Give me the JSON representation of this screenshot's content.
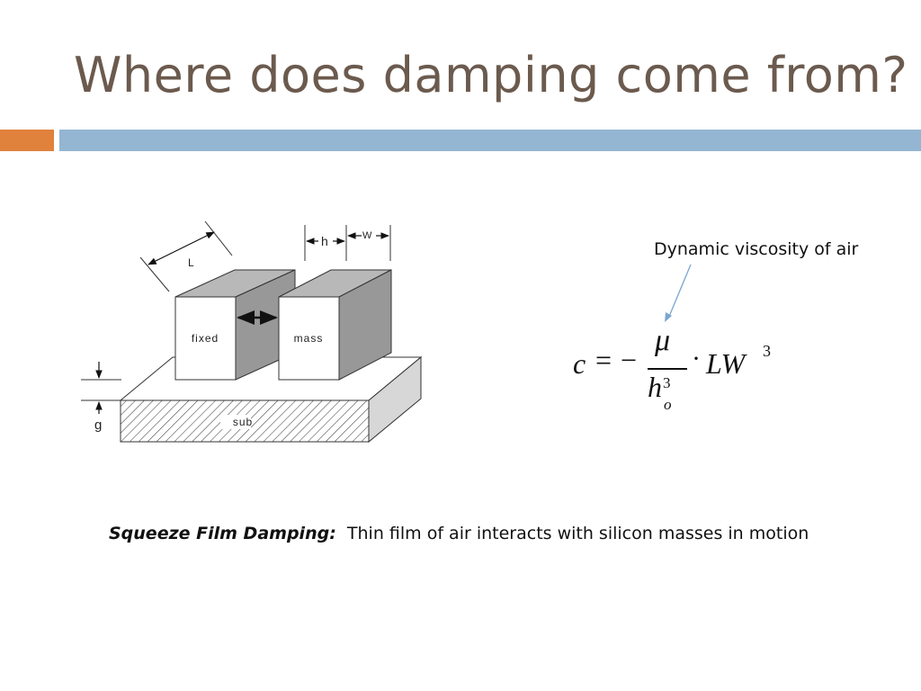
{
  "slide": {
    "title": "Where does damping come from?",
    "colors": {
      "title": "#6b5a4e",
      "accent_orange": "#e0823c",
      "accent_blue": "#94b6d2"
    }
  },
  "diagram": {
    "labels": {
      "length": "L",
      "gap_h": "h",
      "width": "W",
      "fixed": "fixed",
      "mass": "mass",
      "substrate": "sub",
      "gap_g": "g"
    }
  },
  "annotation": {
    "text": "Dynamic viscosity of air"
  },
  "formula": {
    "lhs": "c",
    "equals": "=",
    "minus": "−",
    "numerator": "μ",
    "denominator_base": "h",
    "denominator_exponent": "3",
    "denominator_subscript": "o",
    "dot": "·",
    "factor": "LW",
    "factor_exponent": "3"
  },
  "caption": {
    "term": "Squeeze Film Damping",
    "colon": ":",
    "description": "Thin film of air interacts with silicon masses in motion"
  }
}
